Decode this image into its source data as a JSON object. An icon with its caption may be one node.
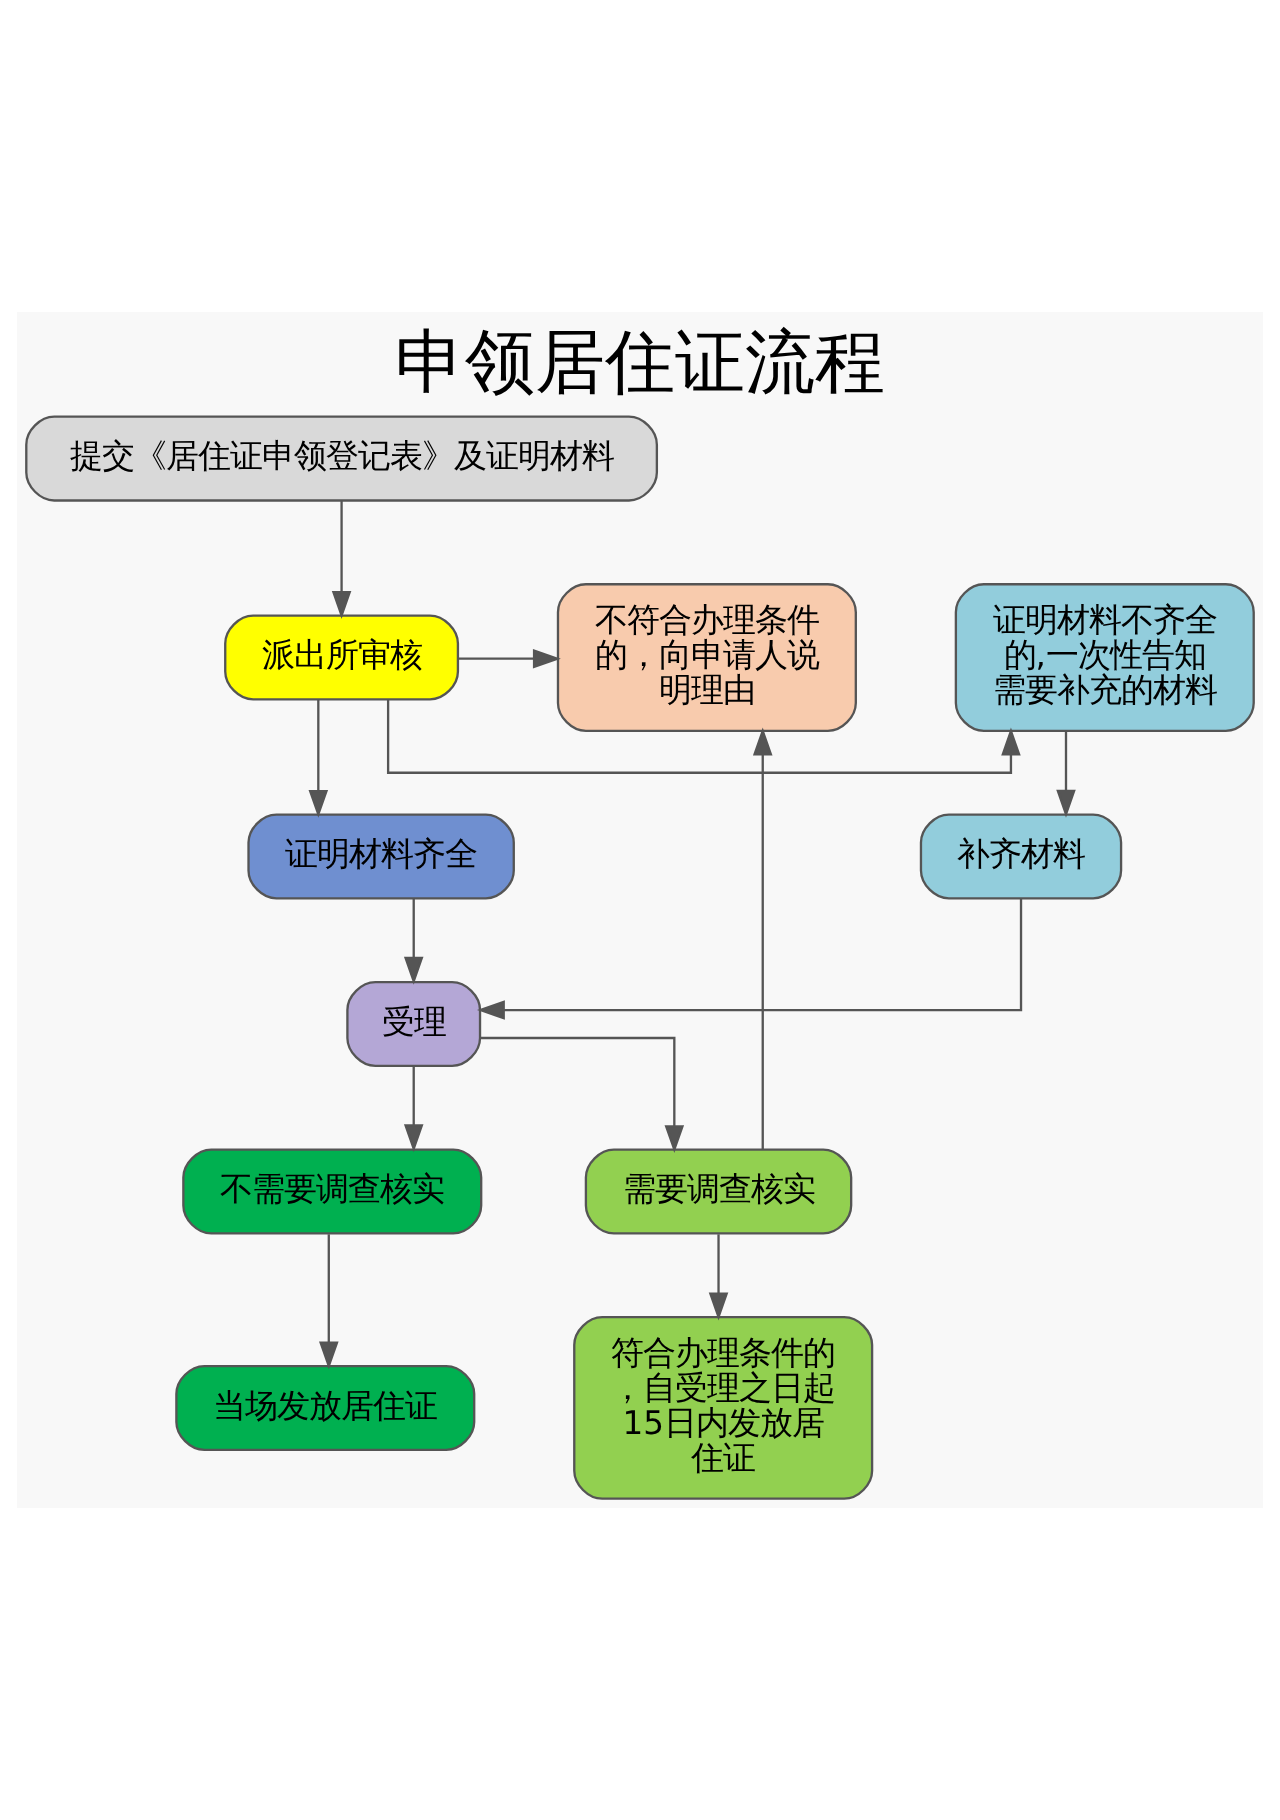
{
  "diagram": {
    "title": "申领居住证流程",
    "nodes": [
      {
        "text": [
          "提交《居住证申领登记表》及证明材料"
        ]
      },
      {
        "text": [
          "证明材料不齐全的,一次性告知需要补充的材料"
        ]
      },
      {
        "text": [
          "派出所审核"
        ]
      },
      {
        "text": [
          "不符合办理条件的，向申请人说明理由"
        ]
      },
      {
        "text": [
          "补齐材料"
        ]
      },
      {
        "text": [
          "证明材料齐全"
        ]
      },
      {
        "text": [
          "受理"
        ]
      },
      {
        "text": [
          "不需要调查核实"
        ]
      },
      {
        "text": [
          "需要调查核实"
        ]
      },
      {
        "text": [
          "当场发放居住证"
        ]
      },
      {
        "text": [
          "符合办理条件的，自受理之日起15日内发放居住证"
        ]
      }
    ],
    "edges": [
      {
        "from": 0,
        "to": 2,
        "arrow": "to"
      },
      {
        "from": 2,
        "to": 1,
        "arrow": "to"
      },
      {
        "from": 2,
        "to": 3,
        "arrow": "to"
      },
      {
        "from": 1,
        "to": 4,
        "arrow": "to"
      },
      {
        "from": 2,
        "to": 5,
        "arrow": "to"
      },
      {
        "from": 4,
        "to": 6,
        "arrow": "to"
      },
      {
        "from": 5,
        "to": 6,
        "arrow": "to"
      },
      {
        "from": 6,
        "to": 7,
        "arrow": "to"
      },
      {
        "from": 6,
        "to": 8,
        "arrow": "to"
      },
      {
        "from": 8,
        "to": 3,
        "arrow": "to"
      },
      {
        "from": 7,
        "to": 9,
        "arrow": "to"
      },
      {
        "from": 8,
        "to": 10,
        "arrow": "to"
      }
    ]
  }
}
